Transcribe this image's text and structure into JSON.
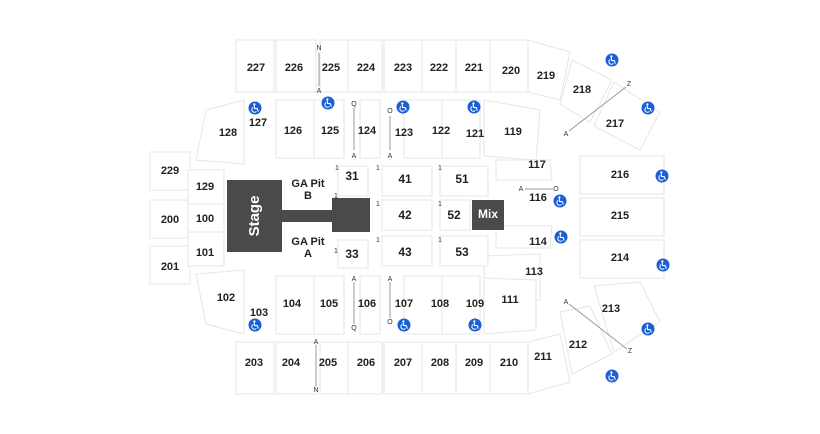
{
  "map": {
    "colors": {
      "stage": "#4a4a4a",
      "mix": "#4a4a4a",
      "wheelchair": "#1a5fd6",
      "section_border": "#e6e6e6",
      "background": "#ffffff"
    },
    "stage_label": "Stage",
    "mix_label": "Mix",
    "ga_pit_b": [
      "GA Pit",
      "B"
    ],
    "ga_pit_a": [
      "GA Pit",
      "A"
    ],
    "wheelchair_icon": "wheelchair-icon",
    "sections": {
      "s227": "227",
      "s226": "226",
      "s225": "225",
      "s224": "224",
      "s223": "223",
      "s222": "222",
      "s221": "221",
      "s220": "220",
      "s219": "219",
      "s218": "218",
      "s217": "217",
      "s216": "216",
      "s215": "215",
      "s214": "214",
      "s213": "213",
      "s212": "212",
      "s211": "211",
      "s210": "210",
      "s209": "209",
      "s208": "208",
      "s207": "207",
      "s206": "206",
      "s205": "205",
      "s204": "204",
      "s203": "203",
      "s229": "229",
      "s200": "200",
      "s201": "201",
      "s128": "128",
      "s127": "127",
      "s126": "126",
      "s125": "125",
      "s124": "124",
      "s123": "123",
      "s122": "122",
      "s121": "121",
      "s119": "119",
      "s117": "117",
      "s116": "116",
      "s114": "114",
      "s113": "113",
      "s111": "111",
      "s109": "109",
      "s108": "108",
      "s107": "107",
      "s106": "106",
      "s105": "105",
      "s104": "104",
      "s103": "103",
      "s102": "102",
      "s101": "101",
      "s100": "100",
      "s129": "129",
      "s31": "31",
      "s41": "41",
      "s51": "51",
      "s42": "42",
      "s52": "52",
      "s33": "33",
      "s43": "43",
      "s53": "53"
    },
    "row_markers": {
      "n_top": "N",
      "a_top": "A",
      "q_upper": "Q",
      "a_upper_q": "A",
      "o_upper": "O",
      "a_upper_o": "A",
      "z_right_top": "Z",
      "a_right_top": "A",
      "a_right_mid": "A",
      "o_right_mid": "O",
      "a_right_bottom": "A",
      "z_right_bottom": "Z",
      "a_lower_q": "A",
      "q_lower": "Q",
      "a_lower_o": "A",
      "o_lower": "O",
      "a_bottom": "A",
      "n_bottom": "N",
      "one_31": "1",
      "one_41": "1",
      "one_51": "1",
      "one_pl_top": "1",
      "one_42": "1",
      "one_52": "1",
      "one_pl_bot": "1",
      "one_43": "1",
      "one_53": "1"
    }
  }
}
